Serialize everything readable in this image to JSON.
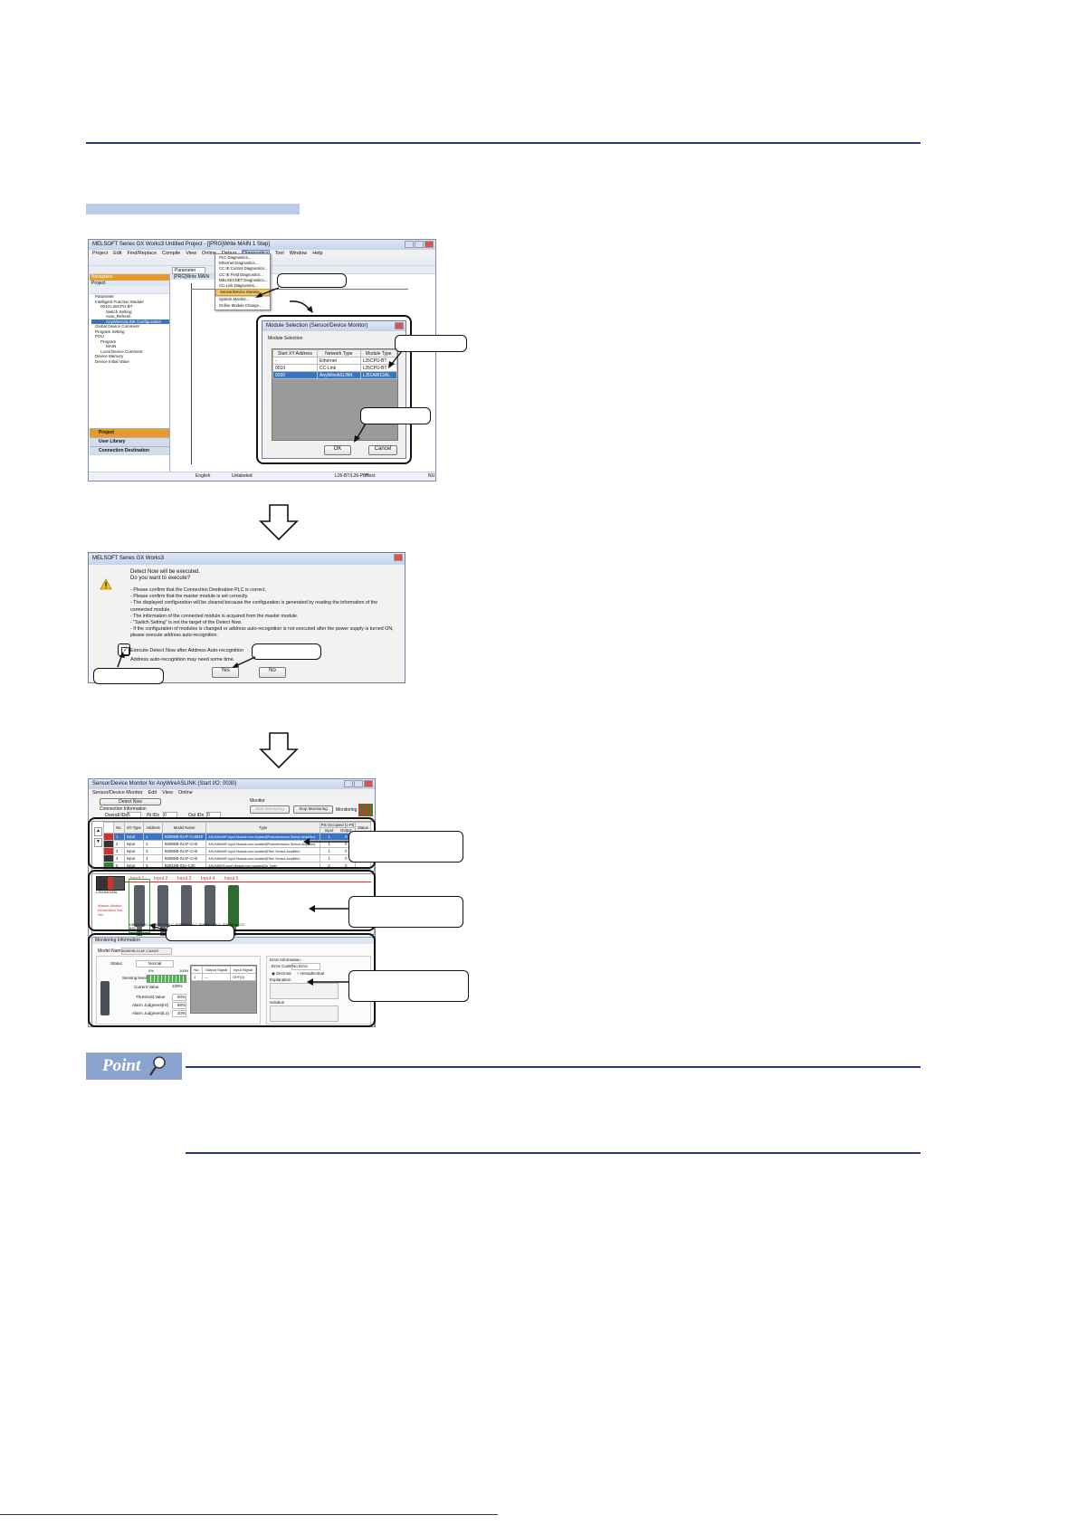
{
  "gxworks": {
    "title": "MELSOFT Series GX Works3 Untitled Project - [[PRG]Write MAIN 1 Step]",
    "menu": [
      "Project",
      "Edit",
      "Find/Replace",
      "Compile",
      "View",
      "Online",
      "Debug",
      "Diagnostics",
      "Tool",
      "Window",
      "Help"
    ],
    "parameter_box": "Parameter",
    "tab_label": "[PRG]Write MAIN",
    "navigation_label": "Navigation",
    "project_label": "Project",
    "tree": [
      "Parameter",
      "Intelligent Function Module",
      "0010:L26CPU-BT",
      "Switch Setting",
      "Auto_Refresh",
      "AnyWireASLINK Configuration",
      "Global Device Comment",
      "Program Setting",
      "POU",
      "Program",
      "MAIN",
      "Local Device Comment",
      "Device Memory",
      "Device Initial Value"
    ],
    "bottom_tabs": [
      "Project",
      "User Library",
      "Connection Destination"
    ],
    "status": {
      "language": "English",
      "state": "Unlabeled",
      "cpu": "L26-BT/L26-PBT",
      "host": "Host",
      "mode": "NU"
    },
    "diag_menu": [
      "PLC Diagnostics...",
      "Ethernet Diagnostics...",
      "CC IE Control Diagnostics...",
      "CC IE Field Diagnostics...",
      "MELSECNET Diagnostics...",
      "CC-Link Diagnostics...",
      "Sensor/Device Monitor...",
      "System Monitor...",
      "Online Module Change..."
    ]
  },
  "module_selection": {
    "title": "Module Selection (Sensor/Device Monitor)",
    "group_label": "Module Selection",
    "headers": [
      "Start XY Address",
      "Network Type",
      "Module Type"
    ],
    "rows": [
      [
        "-",
        "Ethernet",
        "L26CPU-BT"
      ],
      [
        "0010",
        "CC-Link",
        "L26CPU-BT"
      ],
      [
        "0030",
        "AnyWireASLINK",
        "LJ51AW12AL"
      ]
    ],
    "ok": "OK",
    "cancel": "Cancel"
  },
  "confirm_dialog": {
    "title": "MELSOFT Series GX Works3",
    "line1": "Detect Now will be executed.",
    "line2": "Do you want to execute?",
    "bullets": [
      "- Please confirm that the Connection Destination PLC is correct.",
      "- Please confirm that the master module is set correctly.",
      "- The displayed configuration will be cleared because the configuration is generated by reading the information of the",
      "  connected module.",
      "- The information of the connected module is acquired from the master module.",
      "- \"Switch Setting\" is not the target of the Detect Now.",
      "- If the configuration of modules is changed or address auto-recognition is not executed after the power supply is turned ON,",
      "  please execute address auto-recognition."
    ],
    "checkbox_label": "Execute Detect Now after Address Auto-recognition",
    "checkbox_note": "Address auto-recognition may need some time.",
    "yes": "Yes",
    "no": "No"
  },
  "monitor_window": {
    "title": "Sensor/Device Monitor for AnyWireASLINK (Start I/O: 0030)",
    "menu": [
      "Sensor/Device Monitor",
      "Edit",
      "View",
      "Online"
    ],
    "detect_now": "Detect Now",
    "connection_information": "Connection Information",
    "overall_ids_label": "Overall IDs",
    "overall_ids": "5",
    "in_ids_label": "IN IDs",
    "in_ids": "0",
    "out_ids_label": "Out IDs",
    "out_ids": "0",
    "monitor_label": "Monitor",
    "start_monitoring": "Start Monitoring",
    "stop_monitoring": "Stop Monitoring",
    "monitoring": "Monitoring",
    "table_headers": [
      "No.",
      "I/O Type",
      "Address",
      "Model Name",
      "Type",
      "Input",
      "Output",
      "Status"
    ],
    "points_occupied": "Pts Occupied (1-Pt)",
    "rows": [
      [
        "1",
        "Input",
        "1",
        "B289SB-01AF-CAM20",
        "ASLINKAMP-Input Module-non-Isolated(Photoelectronic Sensor Amplifier)",
        "1",
        "0"
      ],
      [
        "2",
        "Input",
        "2",
        "B289SB-01AF-CA5",
        "ASLINKAMP-Input Module-non-Isolated(Photoelectronic Sensor Amplifier)",
        "1",
        "0"
      ],
      [
        "3",
        "Input",
        "3",
        "B289SB-01AF-CA5",
        "ASLINKAMP-Input Module-non-Isolated(Fiber Sensor Amplifier)",
        "1",
        "0"
      ],
      [
        "4",
        "Input",
        "4",
        "B289SB-01AF-CA5",
        "ASLINKAMP-Input Module-non-Isolated(Fiber Sensor Amplifier)",
        "1",
        "0"
      ],
      [
        "5",
        "Input",
        "5",
        "B281SB-01U-C20",
        "ASLINKER-Input Module-non-Isolated(2n Type)",
        "2",
        "0"
      ]
    ],
    "master_label": "LJ51AW12AL",
    "master_note": "Master Module, Information Not Set",
    "inputs": [
      "Input 1",
      "Input 2",
      "Input 3",
      "Input 4",
      "Input 5"
    ],
    "sensor_models": [
      "B289SB-01AF-CAM20",
      "B289SB-01AF-CA5",
      "B289SB-01AF-CA5",
      "B289SB-01AF-CA5",
      "B281SB-01U-C20"
    ],
    "info_title": "Monitoring Information",
    "model_name_label": "Model Name",
    "model_name": "B289SB-01AF-CAM20",
    "error_info": "Error Information",
    "error_code_label": "Error Code",
    "error_code": "No Error",
    "decimal": "Decimal",
    "hexadecimal": "Hexadecimal",
    "explanation": "Explanation",
    "solution": "Solution",
    "status_label": "Status",
    "status": "Normal",
    "pct0": "0%",
    "pct100": "100%",
    "sensing_level": "Sensing level",
    "current_value_label": "Current Value",
    "current_value": "100%",
    "threshold_label": "Threshold Value",
    "threshold": "50%",
    "alarm_hi_label": "Alarm Judgment(Hi)",
    "alarm_hi": "80%",
    "alarm_lo_label": "Alarm Judgment(Lo)",
    "alarm_lo": "20%",
    "sig_headers": [
      "No.",
      "Output Signal",
      "Input Signal"
    ],
    "sig_row": [
      "1",
      "---",
      "OFF(0)"
    ]
  },
  "point_label": "Point",
  "colors": {
    "rule": "#27368c",
    "bar": "#b9cdea",
    "point_badge": "#8aa3cf"
  }
}
